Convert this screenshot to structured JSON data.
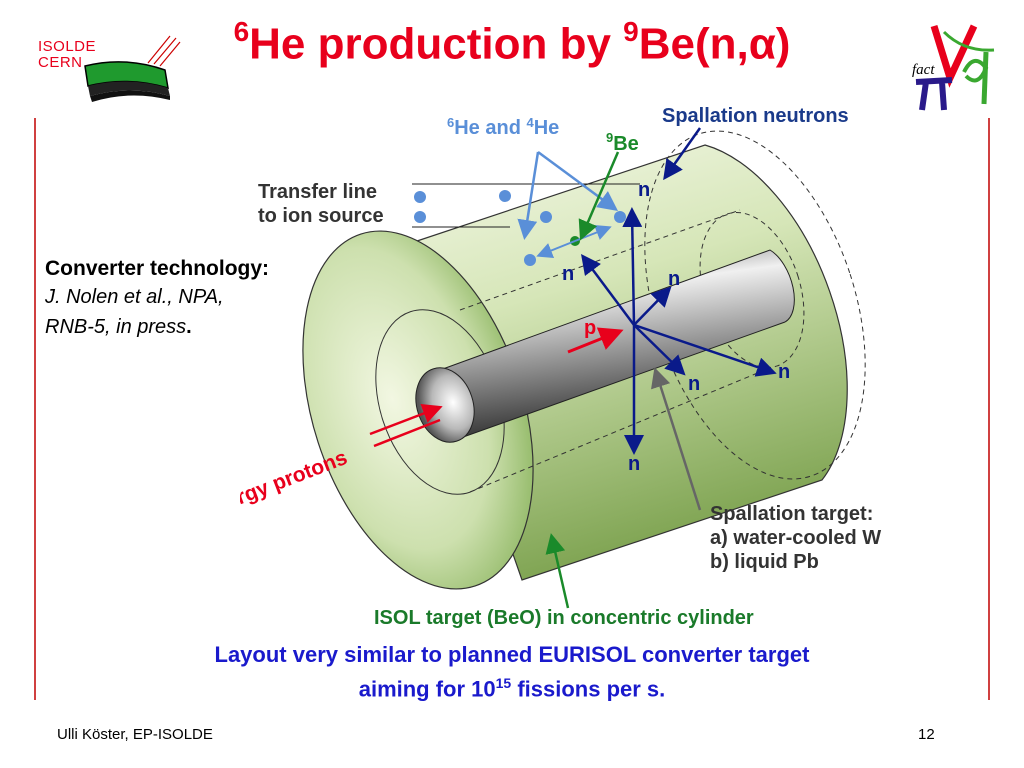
{
  "title": {
    "sup1": "6",
    "part1": "He production by ",
    "sup2": "9",
    "part2": "Be(n,",
    "alpha": "α",
    "part3": ")"
  },
  "logo_left": {
    "line1": "ISOLDE",
    "line2": "CERN"
  },
  "logo_right": {
    "text": "fact"
  },
  "converter": {
    "title": "Converter technology:",
    "ref_line1": "J. Nolen et al., NPA,",
    "ref_line2": "RNB-5, in press",
    "ref_end": "."
  },
  "diagram": {
    "he_label_sup1": "6",
    "he_label_a": "He and ",
    "he_label_sup2": "4",
    "he_label_b": "He",
    "be_sup": "9",
    "be_label": "Be",
    "spallation_neutrons": "Spallation neutrons",
    "transfer_line1": "Transfer line",
    "transfer_line2": "to ion source",
    "neutron": "n",
    "proton": "p",
    "high_energy_protons": "high-energy protons",
    "spallation_target_title": "Spallation target:",
    "spallation_target_a": "a) water-cooled W",
    "spallation_target_b": "b) liquid Pb",
    "isol_target": "ISOL target (BeO) in concentric cylinder"
  },
  "layout_note": {
    "line1": "Layout very similar to planned EURISOL converter target",
    "line2_a": "aiming for 10",
    "line2_sup": "15",
    "line2_b": " fissions per s."
  },
  "footer": {
    "author": "Ulli Köster, EP-ISOLDE",
    "page": "12"
  },
  "colors": {
    "title_red": "#e8001c",
    "note_blue": "#1a1acc",
    "diagram_blue": "#5a8fd8",
    "navy": "#0a1a8a",
    "green": "#1a8a2a"
  }
}
